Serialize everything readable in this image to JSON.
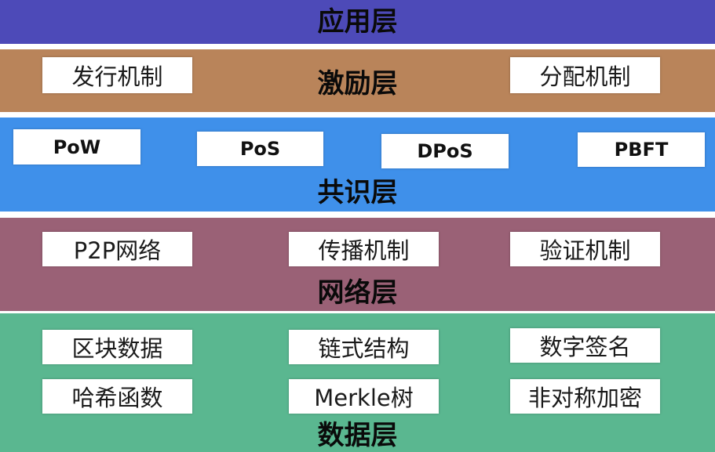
{
  "layers": {
    "application": {
      "title": "应用层",
      "color": "#4d4ab8"
    },
    "incentive": {
      "title": "激励层",
      "color": "#b9845a",
      "items": [
        "发行机制",
        "分配机制"
      ]
    },
    "consensus": {
      "title": "共识层",
      "color": "#3f90ea",
      "items": [
        "PoW",
        "PoS",
        "DPoS",
        "PBFT"
      ]
    },
    "network": {
      "title": "网络层",
      "color": "#9a6176",
      "items": [
        "P2P网络",
        "传播机制",
        "验证机制"
      ]
    },
    "data": {
      "title": "数据层",
      "color": "#5ab790",
      "items": [
        "区块数据",
        "链式结构",
        "数字签名",
        "哈希函数",
        "Merkle树",
        "非对称加密"
      ]
    }
  }
}
